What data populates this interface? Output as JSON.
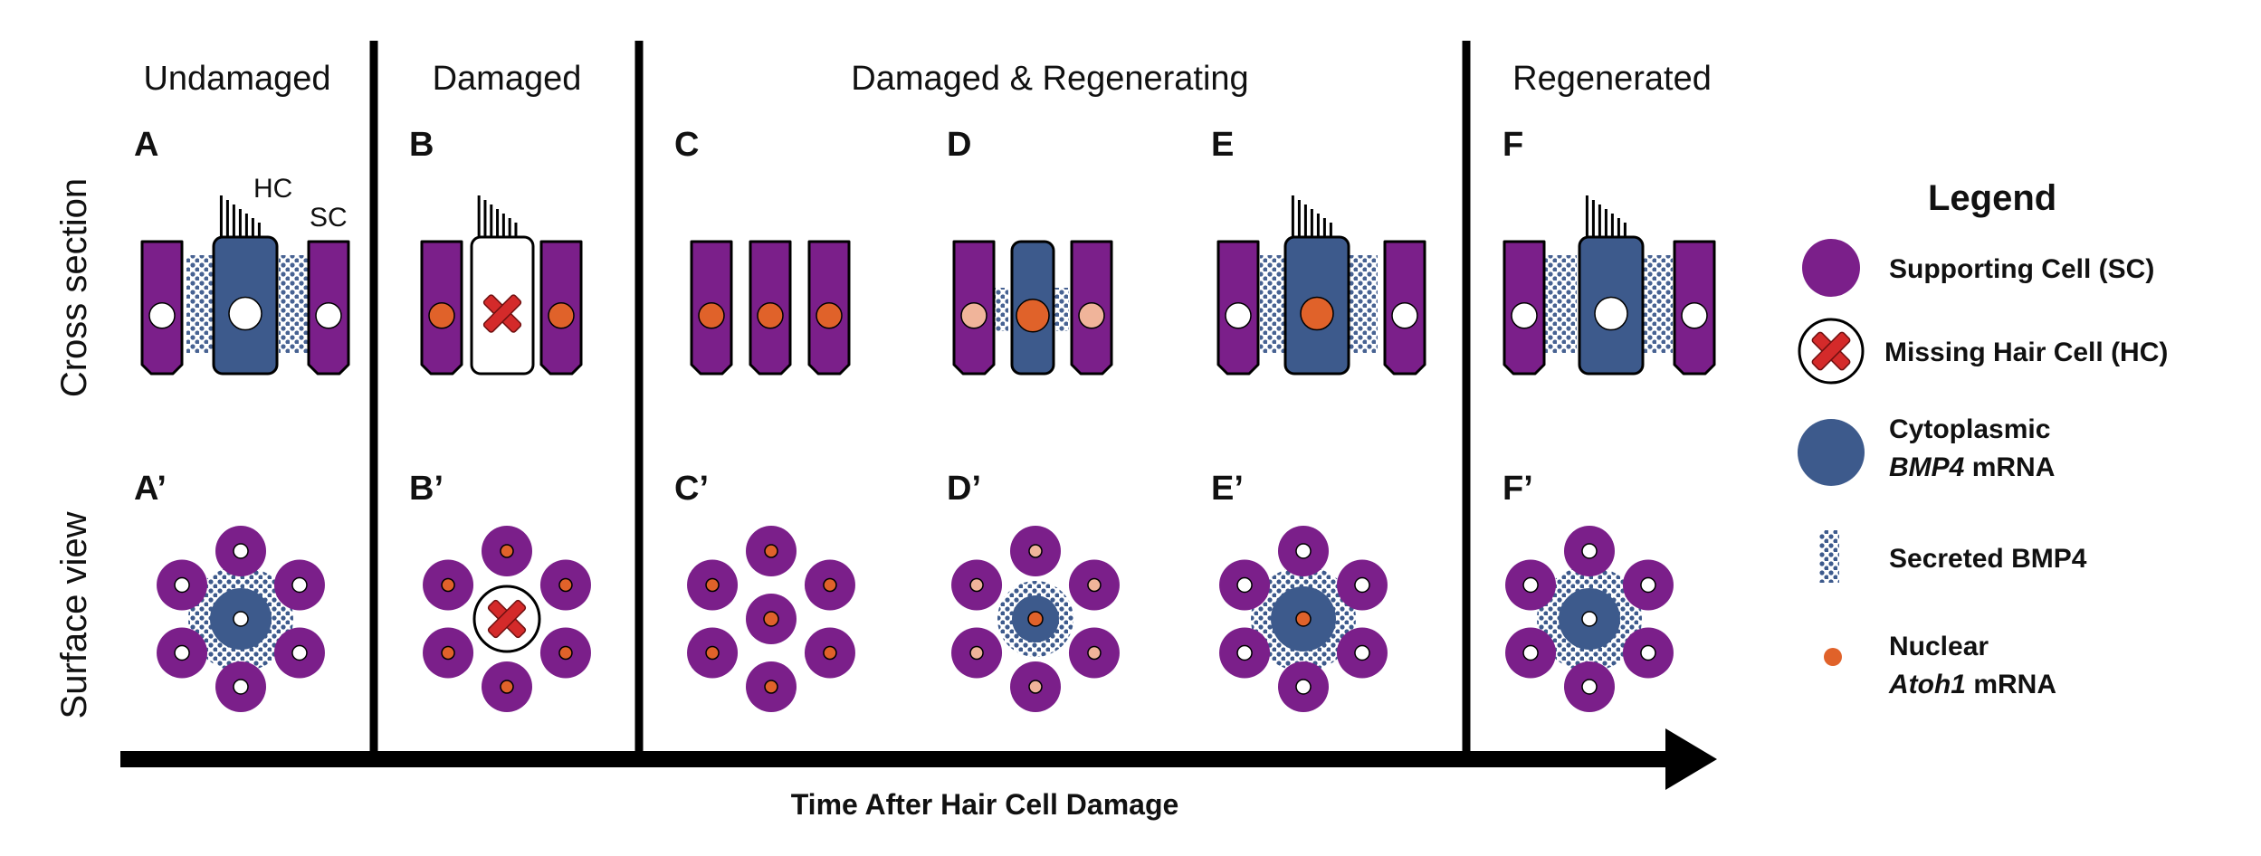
{
  "stages": {
    "undamaged": "Undamaged",
    "damaged": "Damaged",
    "regenerating": "Damaged & Regenerating",
    "regenerated": "Regenerated"
  },
  "panels": {
    "a": "A",
    "b": "B",
    "c": "C",
    "d": "D",
    "e": "E",
    "f": "F",
    "a2": "A’",
    "b2": "B’",
    "c2": "C’",
    "d2": "D’",
    "e2": "E’",
    "f2": "F’"
  },
  "rows": {
    "cross": "Cross section",
    "surface": "Surface view"
  },
  "cell_labels": {
    "hc": "HC",
    "sc": "SC"
  },
  "legend": {
    "title": "Legend",
    "sc": "Supporting Cell (SC)",
    "missing_hc": "Missing Hair Cell (HC)",
    "bmp4_line1": "Cytoplasmic",
    "bmp4_italic": "BMP4",
    "bmp4_rest": " mRNA",
    "secreted": "Secreted BMP4",
    "atoh1_line1": "Nuclear",
    "atoh1_italic": "Atoh1",
    "atoh1_rest": " mRNA"
  },
  "axis": {
    "label": "Time After Hair Cell Damage"
  },
  "colors": {
    "supporting_cell": "#7b1f8a",
    "hair_cell_bmp4": "#3d5a8c",
    "nucleus_atoh1": "#e0622a",
    "nucleus_pale": "#f0b49a",
    "missing_x": "#d42a2a",
    "divider": "#000000"
  }
}
